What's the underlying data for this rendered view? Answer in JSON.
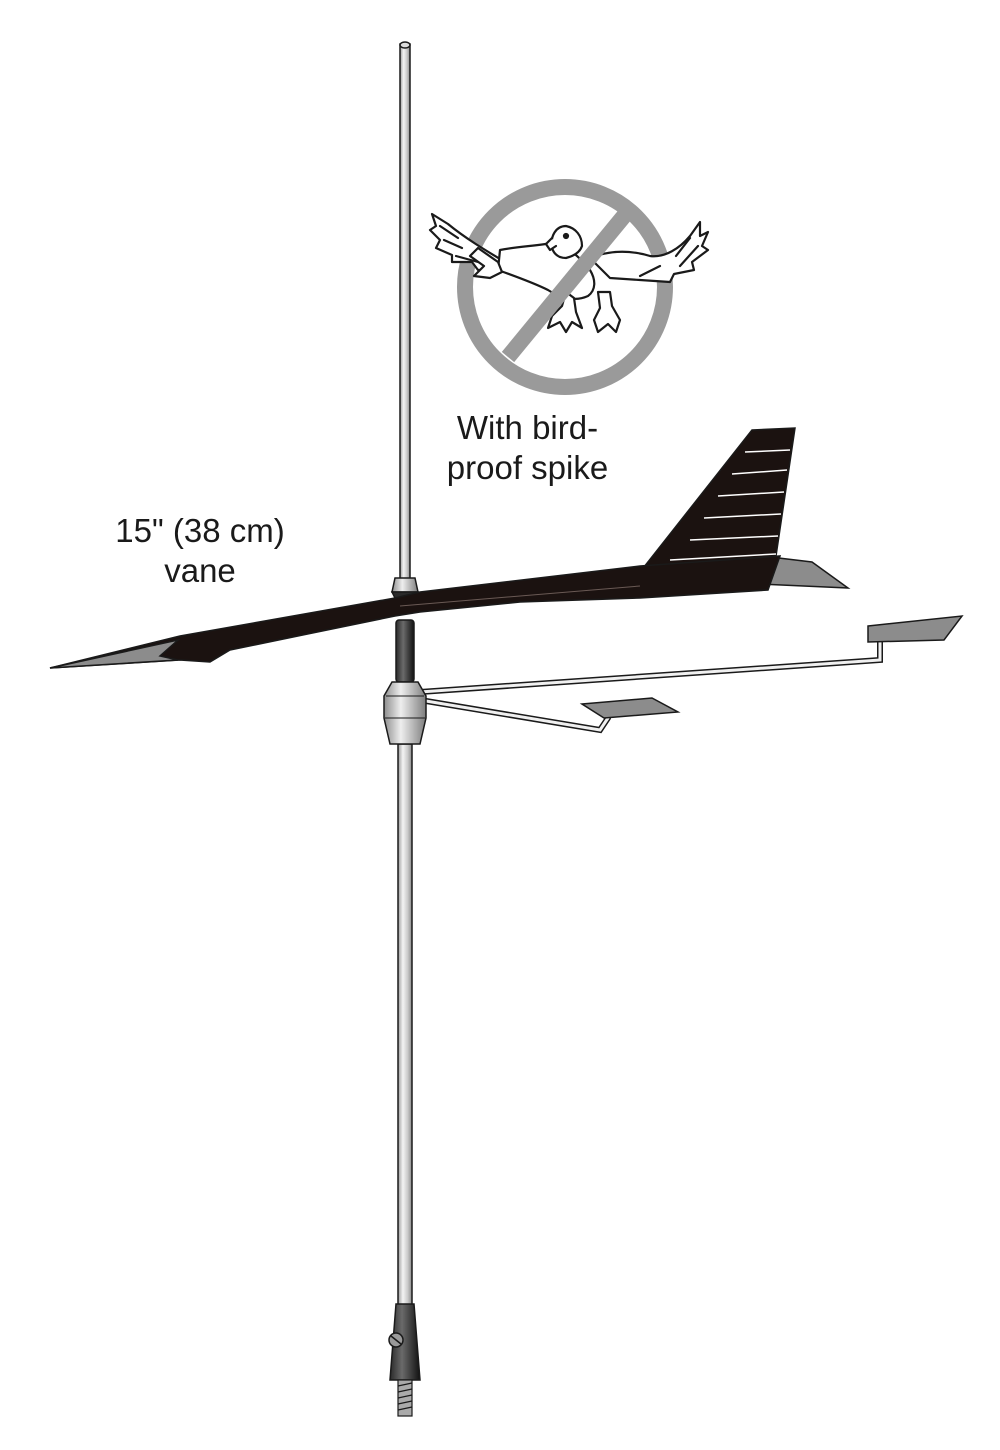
{
  "labels": {
    "vane": {
      "line1": "15\" (38 cm)",
      "line2": "vane"
    },
    "spike": {
      "line1": "With bird-",
      "line2": "proof spike"
    }
  },
  "colors": {
    "vane_body": "#1b1210",
    "metal": "#c8c8c8",
    "outline": "#1a1a1a",
    "prohibition_sign": "#9a9a9a",
    "gray_fins": "#8c8c8c"
  },
  "icons": [
    "no-birds-sign",
    "bird-icon"
  ]
}
